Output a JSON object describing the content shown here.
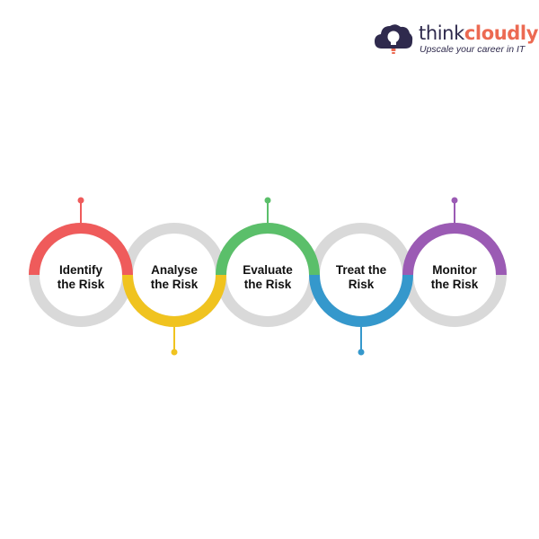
{
  "logo": {
    "brand_part1": "think",
    "brand_part2": "cloudly",
    "tagline": "Upscale your career in IT",
    "brand_color": "#ec6a52",
    "dark_color": "#2f2a4d"
  },
  "steps": [
    {
      "line1": "Identify",
      "line2": "the Risk",
      "color": "#ef5b5b",
      "arc": "top",
      "connector": "up"
    },
    {
      "line1": "Analyse",
      "line2": "the Risk",
      "color": "#f0c31f",
      "arc": "bottom",
      "connector": "down"
    },
    {
      "line1": "Evaluate",
      "line2": "the Risk",
      "color": "#5bbf6a",
      "arc": "top",
      "connector": "up"
    },
    {
      "line1": "Treat the",
      "line2": "Risk",
      "color": "#3598cc",
      "arc": "bottom",
      "connector": "down"
    },
    {
      "line1": "Monitor",
      "line2": "the Risk",
      "color": "#9b5bb4",
      "arc": "top",
      "connector": "up"
    }
  ],
  "ring_color": "#d9d9d9"
}
